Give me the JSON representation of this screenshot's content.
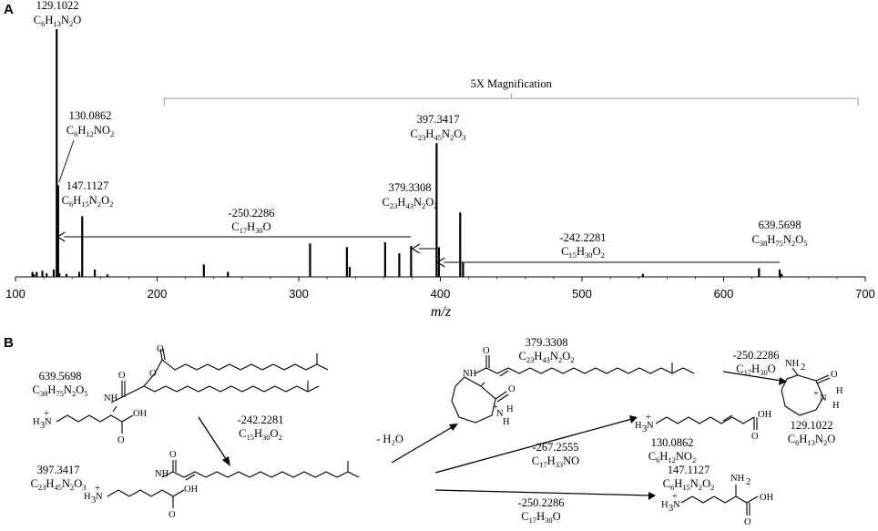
{
  "panel_a": "A",
  "panel_b": "B",
  "chart_data": {
    "type": "bar",
    "xlabel": "m/z",
    "xlim": [
      100,
      700
    ],
    "xticks": [
      "100",
      "200",
      "300",
      "400",
      "500",
      "600",
      "700"
    ],
    "magnification_label": "5X Magnification",
    "peaks": [
      {
        "mz": 129.1022,
        "rel": 1.0
      },
      {
        "mz": 130.0862,
        "rel": 0.37
      },
      {
        "mz": 147.1127,
        "rel": 0.245
      },
      {
        "mz": 112.0,
        "rel": 0.02
      },
      {
        "mz": 113.0,
        "rel": 0.01
      },
      {
        "mz": 115.0,
        "rel": 0.02
      },
      {
        "mz": 119.0,
        "rel": 0.025
      },
      {
        "mz": 122.0,
        "rel": 0.015
      },
      {
        "mz": 127.0,
        "rel": 0.03
      },
      {
        "mz": 131.0,
        "rel": 0.015
      },
      {
        "mz": 136.0,
        "rel": 0.012
      },
      {
        "mz": 145.0,
        "rel": 0.02
      },
      {
        "mz": 156.0,
        "rel": 0.03
      },
      {
        "mz": 165.0,
        "rel": 0.01
      },
      {
        "mz": 233.0,
        "rel": 0.05
      },
      {
        "mz": 250.0,
        "rel": 0.02
      },
      {
        "mz": 308.0,
        "rel": 0.135
      },
      {
        "mz": 334.0,
        "rel": 0.12
      },
      {
        "mz": 336.0,
        "rel": 0.04
      },
      {
        "mz": 361.0,
        "rel": 0.14
      },
      {
        "mz": 371.0,
        "rel": 0.095
      },
      {
        "mz": 379.3308,
        "rel": 0.125
      },
      {
        "mz": 397.3417,
        "rel": 0.54
      },
      {
        "mz": 399.0,
        "rel": 0.12
      },
      {
        "mz": 414.0,
        "rel": 0.26
      },
      {
        "mz": 416.0,
        "rel": 0.06
      },
      {
        "mz": 543.0,
        "rel": 0.012
      },
      {
        "mz": 625.0,
        "rel": 0.035
      },
      {
        "mz": 639.5698,
        "rel": 0.03
      },
      {
        "mz": 641.0,
        "rel": 0.012
      }
    ],
    "annotations": [
      {
        "mass": "129.1022",
        "formula": [
          [
            "C",
            ""
          ],
          [
            "6",
            "sub"
          ],
          [
            "H",
            ""
          ],
          [
            "13",
            "sub"
          ],
          [
            "N",
            ""
          ],
          [
            "2",
            "sub"
          ],
          [
            "O",
            ""
          ]
        ]
      },
      {
        "mass": "130.0862",
        "formula": [
          [
            "C",
            ""
          ],
          [
            "6",
            "sub"
          ],
          [
            "H",
            ""
          ],
          [
            "12",
            "sub"
          ],
          [
            "NO",
            ""
          ],
          [
            "2",
            "sub"
          ]
        ]
      },
      {
        "mass": "147.1127",
        "formula": [
          [
            "C",
            ""
          ],
          [
            "6",
            "sub"
          ],
          [
            "H",
            ""
          ],
          [
            "15",
            "sub"
          ],
          [
            "N",
            ""
          ],
          [
            "2",
            "sub"
          ],
          [
            "O",
            ""
          ],
          [
            "2",
            "sub"
          ]
        ]
      },
      {
        "mass": "397.3417",
        "formula": [
          [
            "C",
            ""
          ],
          [
            "23",
            "sub"
          ],
          [
            "H",
            ""
          ],
          [
            "45",
            "sub"
          ],
          [
            "N",
            ""
          ],
          [
            "2",
            "sub"
          ],
          [
            "O",
            ""
          ],
          [
            "3",
            "sub"
          ]
        ]
      },
      {
        "mass": "379.3308",
        "formula": [
          [
            "C",
            ""
          ],
          [
            "23",
            "sub"
          ],
          [
            "H",
            ""
          ],
          [
            "43",
            "sub"
          ],
          [
            "N",
            ""
          ],
          [
            "2",
            "sub"
          ],
          [
            "O",
            ""
          ],
          [
            "2",
            "sub"
          ]
        ]
      },
      {
        "mass": "639.5698",
        "formula": [
          [
            "C",
            ""
          ],
          [
            "38",
            "sub"
          ],
          [
            "H",
            ""
          ],
          [
            "75",
            "sub"
          ],
          [
            "N",
            ""
          ],
          [
            "2",
            "sub"
          ],
          [
            "O",
            ""
          ],
          [
            "5",
            "sub"
          ]
        ]
      }
    ],
    "losses": [
      {
        "mass": "-250.2286",
        "formula": [
          [
            "C",
            ""
          ],
          [
            "17",
            "sub"
          ],
          [
            "H",
            ""
          ],
          [
            "30",
            "sub"
          ],
          [
            "O",
            ""
          ]
        ]
      },
      {
        "mass": "-242.2281",
        "formula": [
          [
            "C",
            ""
          ],
          [
            "15",
            "sub"
          ],
          [
            "H",
            ""
          ],
          [
            "30",
            "sub"
          ],
          [
            "O",
            ""
          ],
          [
            "2",
            "sub"
          ]
        ]
      }
    ]
  },
  "scheme": {
    "precursor": {
      "mass": "639.5698",
      "formula": [
        [
          "C",
          ""
        ],
        [
          "38",
          "sub"
        ],
        [
          "H",
          ""
        ],
        [
          "75",
          "sub"
        ],
        [
          "N",
          ""
        ],
        [
          "2",
          "sub"
        ],
        [
          "O",
          ""
        ],
        [
          "5",
          "sub"
        ]
      ]
    },
    "loss_1": {
      "mass": "-242.2281",
      "formula": [
        [
          "C",
          ""
        ],
        [
          "15",
          "sub"
        ],
        [
          "H",
          ""
        ],
        [
          "30",
          "sub"
        ],
        [
          "O",
          ""
        ],
        [
          "2",
          "sub"
        ]
      ]
    },
    "ion_397": {
      "mass": "397.3417",
      "formula": [
        [
          "C",
          ""
        ],
        [
          "23",
          "sub"
        ],
        [
          "H",
          ""
        ],
        [
          "45",
          "sub"
        ],
        [
          "N",
          ""
        ],
        [
          "2",
          "sub"
        ],
        [
          "O",
          ""
        ],
        [
          "3",
          "sub"
        ]
      ]
    },
    "water_loss": "- H₂O",
    "ion_379": {
      "mass": "379.3308",
      "formula": [
        [
          "C",
          ""
        ],
        [
          "23",
          "sub"
        ],
        [
          "H",
          ""
        ],
        [
          "43",
          "sub"
        ],
        [
          "N",
          ""
        ],
        [
          "2",
          "sub"
        ],
        [
          "O",
          ""
        ],
        [
          "2",
          "sub"
        ]
      ]
    },
    "loss_2": {
      "mass": "-250.2286",
      "formula": [
        [
          "C",
          ""
        ],
        [
          "17",
          "sub"
        ],
        [
          "H",
          ""
        ],
        [
          "30",
          "sub"
        ],
        [
          "O",
          ""
        ]
      ]
    },
    "ion_129": {
      "mass": "129.1022",
      "formula": [
        [
          "C",
          ""
        ],
        [
          "6",
          "sub"
        ],
        [
          "H",
          ""
        ],
        [
          "13",
          "sub"
        ],
        [
          "N",
          ""
        ],
        [
          "2",
          "sub"
        ],
        [
          "O",
          ""
        ]
      ]
    },
    "ion_130": {
      "mass": "130.0862",
      "formula": [
        [
          "C",
          ""
        ],
        [
          "6",
          "sub"
        ],
        [
          "H",
          ""
        ],
        [
          "12",
          "sub"
        ],
        [
          "NO",
          ""
        ],
        [
          "2",
          "sub"
        ]
      ]
    },
    "loss_3": {
      "mass": "-267.2555",
      "formula": [
        [
          "C",
          ""
        ],
        [
          "17",
          "sub"
        ],
        [
          "H",
          ""
        ],
        [
          "33",
          "sub"
        ],
        [
          "NO",
          ""
        ]
      ]
    },
    "ion_147": {
      "mass": "147.1127",
      "formula": [
        [
          "C",
          ""
        ],
        [
          "6",
          "sub"
        ],
        [
          "H",
          ""
        ],
        [
          "15",
          "sub"
        ],
        [
          "N",
          ""
        ],
        [
          "2",
          "sub"
        ],
        [
          "O",
          ""
        ],
        [
          "2",
          "sub"
        ]
      ]
    },
    "loss_4": {
      "mass": "-250.2286",
      "formula": [
        [
          "C",
          ""
        ],
        [
          "17",
          "sub"
        ],
        [
          "H",
          ""
        ],
        [
          "30",
          "sub"
        ],
        [
          "O",
          ""
        ]
      ]
    }
  },
  "atoms": {
    "O": "O",
    "OH": "OH",
    "NH": "NH",
    "NH2": "NH",
    "two": "2",
    "plus": "+",
    "N": "N",
    "H": "H",
    "H3N": "H",
    "three": "3"
  }
}
